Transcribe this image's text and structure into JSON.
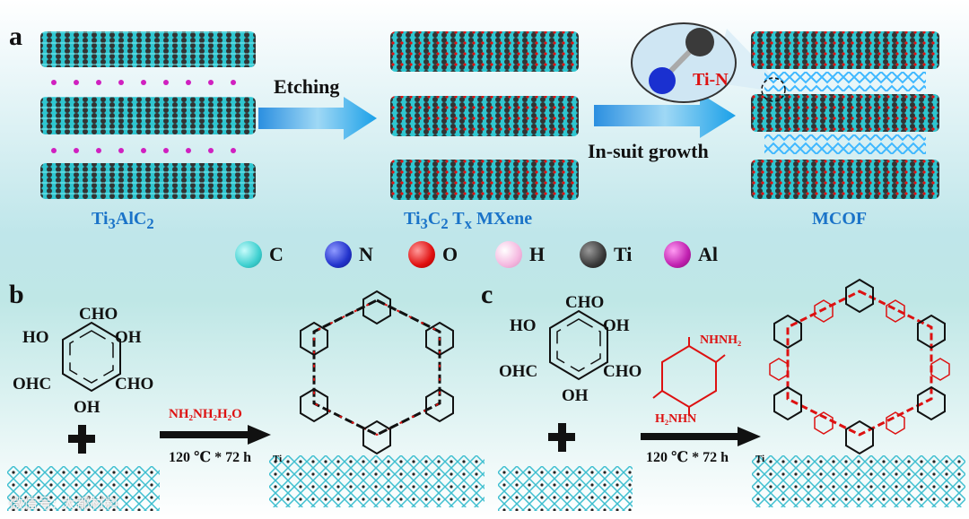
{
  "panel_a": {
    "letter": "a",
    "step1_label": "Etching",
    "step2_label": "In-suit growth",
    "bond_label": "Ti-N",
    "material1_html": "Ti<sub>3</sub>AlC<sub>2</sub>",
    "material2_html": "Ti<sub>3</sub>C<sub>2</sub> T<sub>x</sub> MXene",
    "material3": "MCOF"
  },
  "legend": [
    {
      "label": "C",
      "color": "#3fd0d0"
    },
    {
      "label": "N",
      "color": "#2233cc"
    },
    {
      "label": "O",
      "color": "#e01010"
    },
    {
      "label": "H",
      "color": "#f5b8e0"
    },
    {
      "label": "Ti",
      "color": "#3a3a3a"
    },
    {
      "label": "Al",
      "color": "#c020b0"
    }
  ],
  "panel_b": {
    "letter": "b",
    "sub_cho_top": "CHO",
    "sub_ho": "HO",
    "sub_oh": "OH",
    "sub_ohc": "OHC",
    "sub_cho_right": "CHO",
    "sub_oh_bottom": "OH",
    "reagent": "NH₂NH₂H₂O",
    "condition": "120 ℃ * 72 h"
  },
  "panel_c": {
    "letter": "c",
    "sub_cho_top": "CHO",
    "sub_ho": "HO",
    "sub_oh": "OH",
    "sub_ohc": "OHC",
    "sub_cho_right": "CHO",
    "sub_oh_bottom": "OH",
    "linker_top": "NHNH₂",
    "linker_bottom": "H₂NHN",
    "condition": "120 ℃ * 72 h"
  },
  "substrate_atom": "Ti",
  "watermark": "微信号: 大都材料"
}
